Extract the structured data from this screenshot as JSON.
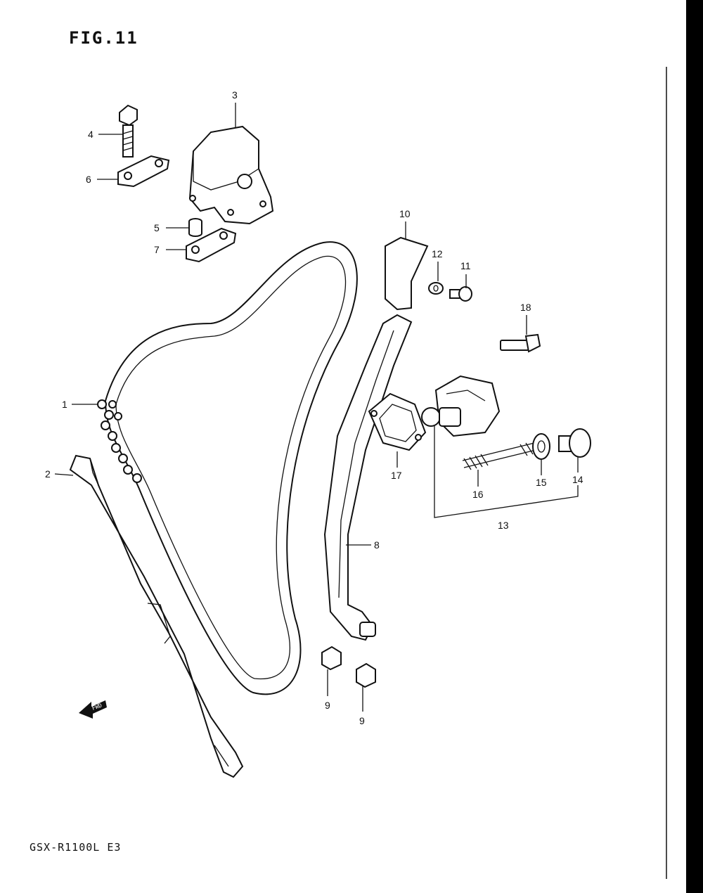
{
  "figure": {
    "title": "FIG.11",
    "model_code": "GSX-R1100L E3",
    "fwd_mark": "FWD"
  },
  "callouts": [
    {
      "id": "p1",
      "number": "1"
    },
    {
      "id": "p2",
      "number": "2"
    },
    {
      "id": "p3",
      "number": "3"
    },
    {
      "id": "p4",
      "number": "4"
    },
    {
      "id": "p5",
      "number": "5"
    },
    {
      "id": "p6",
      "number": "6"
    },
    {
      "id": "p7",
      "number": "7"
    },
    {
      "id": "p8",
      "number": "8"
    },
    {
      "id": "p9a",
      "number": "9"
    },
    {
      "id": "p9b",
      "number": "9"
    },
    {
      "id": "p10",
      "number": "10"
    },
    {
      "id": "p11",
      "number": "11"
    },
    {
      "id": "p12",
      "number": "12"
    },
    {
      "id": "p13",
      "number": "13"
    },
    {
      "id": "p14",
      "number": "14"
    },
    {
      "id": "p15",
      "number": "15"
    },
    {
      "id": "p16",
      "number": "16"
    },
    {
      "id": "p17",
      "number": "17"
    },
    {
      "id": "p18",
      "number": "18"
    }
  ]
}
